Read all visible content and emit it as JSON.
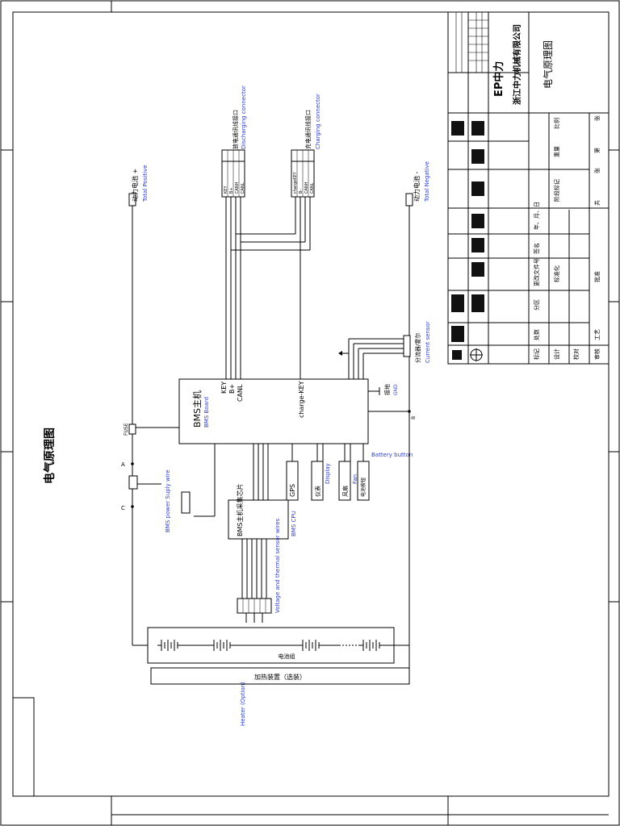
{
  "drawing": {
    "title": "电气原理图",
    "company": "浙江中力机械有限公司",
    "logo_text": "EP中力"
  },
  "labels": {
    "total_positive_cn": "动力电池 +",
    "total_positive_en": "Total Positive",
    "total_negative_cn": "动力电池 -",
    "total_negative_en": "Total Negative",
    "discharging_cn": "放电通讯线接口",
    "discharging_en": "Discharging connector",
    "charging_cn": "充电通讯线接口",
    "charging_en": "Charging connector",
    "current_sensor_cn": "分流器/霍尔",
    "current_sensor_en": "Current sensor",
    "bms_board_cn": "BMS主机",
    "bms_board_en": "BMS Board",
    "bms_cpu_cn": "BMS主机采集芯片",
    "bms_cpu_en": "BMS CPU",
    "key": "KEY",
    "bplus": "B+",
    "canl": "CANL",
    "charge_key": "charge-KEY",
    "gnd_cn": "接地",
    "gnd_en": "GND",
    "gps": "GPS",
    "display_cn": "仪表",
    "display_en": "Display",
    "fan_cn": "风扇",
    "fan_en": "Fan",
    "battery_button_cn": "电池按钮",
    "battery_button_en": "Battery button",
    "bms_power_en": "BMS power Suply wire",
    "sensor_wires_en": "Voltage and thermal sensor wires",
    "battery_pack_cn": "电池组",
    "heater_cn": "加热装置（选装）",
    "heater_en": "Heater (Option)",
    "fuse_label": "FUSE",
    "point_a": "A",
    "point_b": "B",
    "point_c": "C"
  },
  "connectors": {
    "discharging_pins": [
      "KEY",
      "B+",
      "CANH",
      "CANL"
    ],
    "charging_pins": [
      "chargeKEY",
      "B-",
      "CANH",
      "CANL"
    ]
  },
  "title_block": {
    "labels": [
      "标记",
      "处数",
      "分区",
      "更改文件号",
      "签名",
      "年、月、日"
    ],
    "roles": [
      "设计",
      "校对",
      "审核",
      "工艺"
    ],
    "other": [
      "标准化",
      "批准",
      "阶段标记",
      "重量",
      "比例",
      "共",
      "张",
      "第",
      "张"
    ]
  }
}
